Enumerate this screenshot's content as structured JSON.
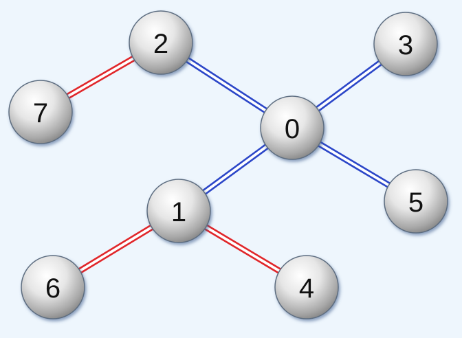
{
  "colors": {
    "background": "#eef6fd",
    "blue_edge": "#2b46c8",
    "red_edge": "#e0262a",
    "node_fill_light": "#ffffff",
    "node_fill_dark": "#9a9a9a",
    "node_label": "#111111"
  },
  "graph": {
    "nodes": [
      {
        "id": "0",
        "label": "0"
      },
      {
        "id": "1",
        "label": "1"
      },
      {
        "id": "2",
        "label": "2"
      },
      {
        "id": "3",
        "label": "3"
      },
      {
        "id": "4",
        "label": "4"
      },
      {
        "id": "5",
        "label": "5"
      },
      {
        "id": "6",
        "label": "6"
      },
      {
        "id": "7",
        "label": "7"
      }
    ],
    "edges": [
      {
        "from": "2",
        "to": "0",
        "color": "blue"
      },
      {
        "from": "0",
        "to": "3",
        "color": "blue"
      },
      {
        "from": "0",
        "to": "5",
        "color": "blue"
      },
      {
        "from": "0",
        "to": "1",
        "color": "blue"
      },
      {
        "from": "2",
        "to": "7",
        "color": "red"
      },
      {
        "from": "1",
        "to": "6",
        "color": "red"
      },
      {
        "from": "1",
        "to": "4",
        "color": "red"
      }
    ]
  }
}
